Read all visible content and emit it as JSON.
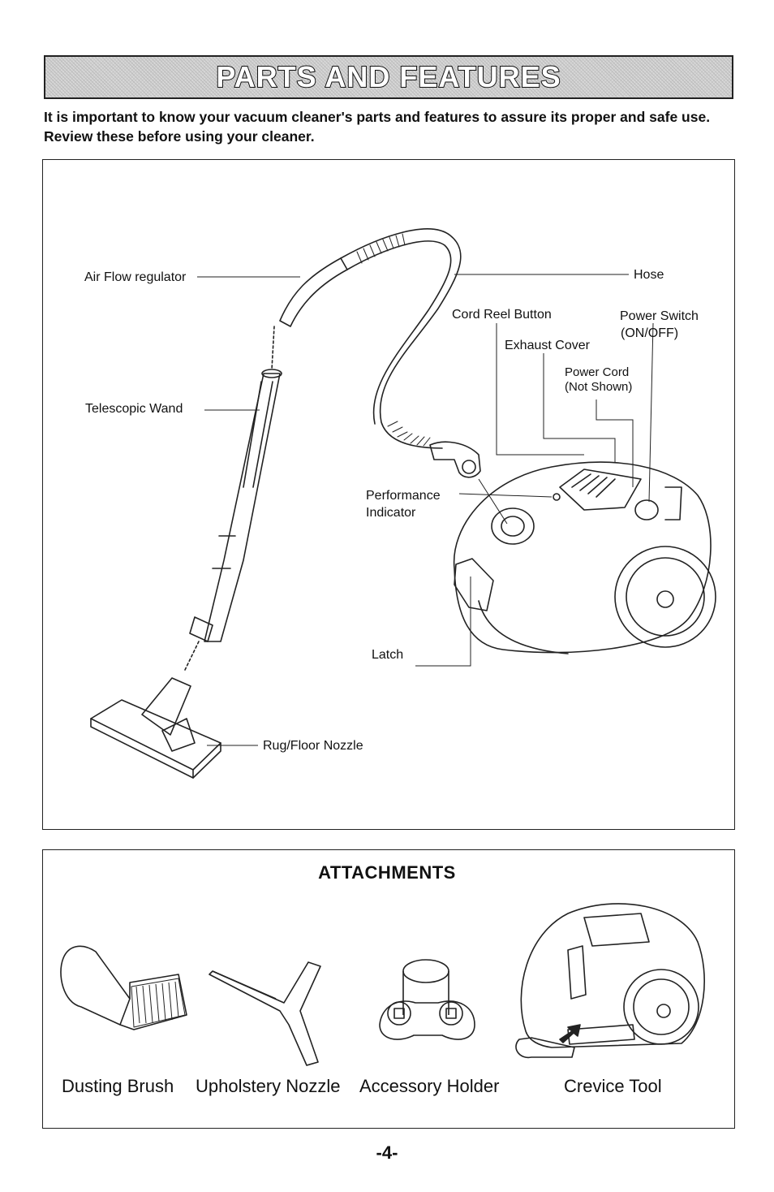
{
  "header": {
    "title": "PARTS AND FEATURES"
  },
  "intro": "It is important to know your vacuum cleaner's parts and features to assure its proper and safe use. Review these before using your cleaner.",
  "parts": {
    "air_flow_regulator": "Air Flow regulator",
    "hose": "Hose",
    "cord_reel_button": "Cord Reel Button",
    "power_switch_line1": "Power Switch",
    "power_switch_line2": "(ON/OFF)",
    "exhaust_cover": "Exhaust Cover",
    "power_cord_line1": "Power Cord",
    "power_cord_line2": "(Not Shown)",
    "telescopic_wand": "Telescopic Wand",
    "performance_line1": "Performance",
    "performance_line2": "Indicator",
    "latch": "Latch",
    "rug_floor_nozzle": "Rug/Floor Nozzle"
  },
  "attachments": {
    "title": "ATTACHMENTS",
    "items": [
      {
        "label": "Dusting Brush"
      },
      {
        "label": "Upholstery Nozzle"
      },
      {
        "label": "Accessory Holder"
      },
      {
        "label": "Crevice Tool"
      }
    ]
  },
  "page_number": "-4-"
}
